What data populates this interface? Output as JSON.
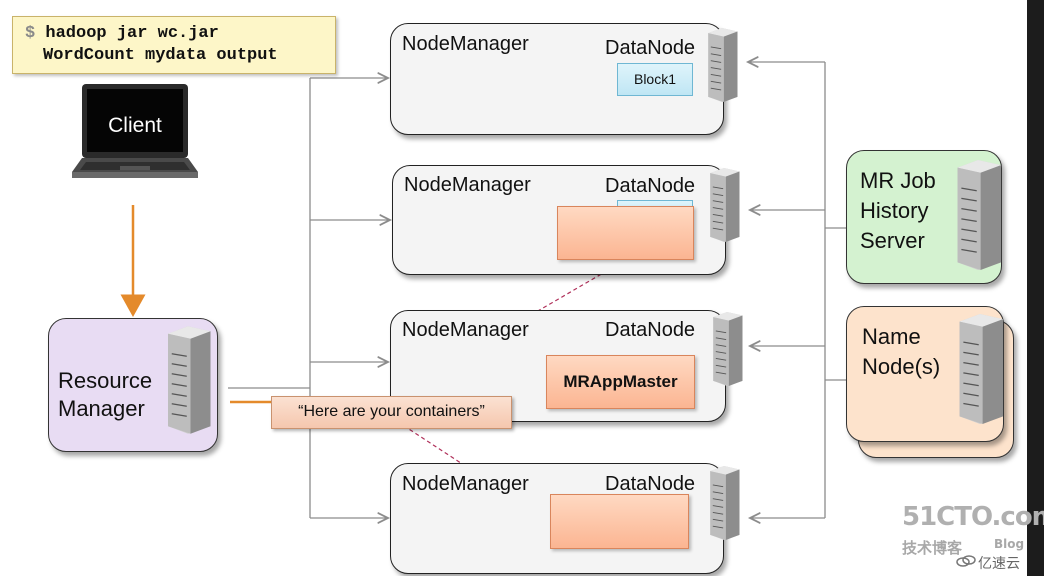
{
  "command": {
    "prompt": "$",
    "line1": "hadoop jar wc.jar",
    "line2": "WordCount mydata output"
  },
  "client": {
    "label": "Client"
  },
  "resource_manager": {
    "line1": "Resource",
    "line2": "Manager"
  },
  "node_managers": [
    {
      "nm_label": "NodeManager",
      "dn_label": "DataNode",
      "block": "Block1"
    },
    {
      "nm_label": "NodeManager",
      "dn_label": "DataNode"
    },
    {
      "nm_label": "NodeManager",
      "dn_label": "DataNode",
      "app_master": "MRAppMaster"
    },
    {
      "nm_label": "NodeManager",
      "dn_label": "DataNode"
    }
  ],
  "history_server": {
    "line1": "MR Job",
    "line2": "History",
    "line3": "Server"
  },
  "name_node": {
    "line1": "Name",
    "line2": "Node(s)"
  },
  "callout": "“Here are your containers”",
  "watermark": {
    "site": "51CTO.com",
    "sub": "技术博客",
    "blog": "Blog",
    "brand": "亿速云"
  },
  "colors": {
    "arrow_orange": "#e48a2b",
    "dashed_red": "#b0305a",
    "connector_gray": "#8c8c8c"
  },
  "icons": [
    "server-icon",
    "laptop-icon",
    "cloud-logo-icon"
  ]
}
